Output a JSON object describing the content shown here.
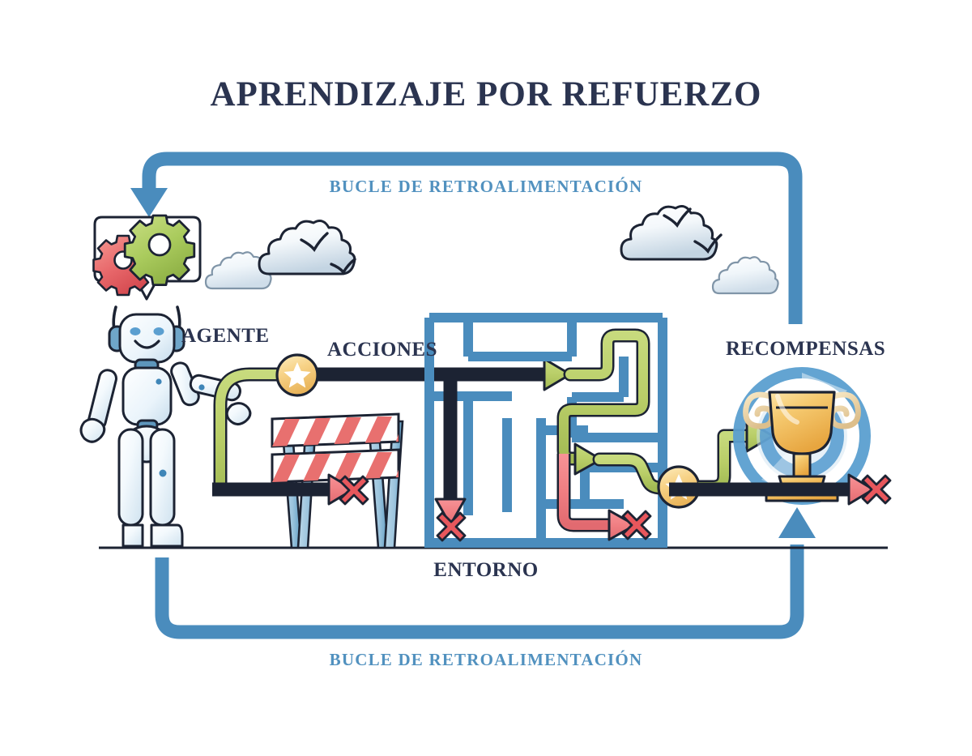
{
  "diagram": {
    "title": "APRENDIZAJE POR REFUERZO",
    "labels": {
      "loop_top": "BUCLE DE RETROALIMENTACIÓN",
      "loop_bottom": "BUCLE DE RETROALIMENTACIÓN",
      "agent": "AGENTE",
      "actions": "ACCIONES",
      "rewards": "RECOMPENSAS",
      "environment": "ENTORNO"
    },
    "icons": {
      "agent": "robot-icon",
      "thought": "thought-bubble-icon",
      "gear_red": "gear-icon",
      "gear_green": "gear-icon",
      "barrier": "road-barrier-icon",
      "maze": "maze-icon",
      "trophy": "trophy-icon",
      "target": "target-icon",
      "coin_action": "star-coin-icon",
      "coin_reward": "star-coin-icon",
      "fail_left": "cross-mark-icon",
      "fail_maze_left": "cross-mark-icon",
      "fail_maze_right": "cross-mark-icon",
      "fail_right": "cross-mark-icon",
      "cloud_small_left": "cloud-icon",
      "cloud_big_left": "cloud-icon",
      "cloud_big_right": "cloud-icon",
      "cloud_small_right": "cloud-icon",
      "bird_left": "bird-icon",
      "bird_right_upper": "bird-icon",
      "bird_right_lower": "bird-icon",
      "loop_arrow_top": "feedback-loop-arrow-icon",
      "loop_arrow_bottom": "feedback-loop-arrow-icon",
      "ground": "ground-line"
    },
    "colors": {
      "title_navy": "#2b3450",
      "loop_blue": "#4a8cbd",
      "label_blue": "#5191bf",
      "path_success_green": "#b9ce68",
      "path_fail_red": "#f07f83",
      "maze_blue": "#4a8cbd",
      "coin_gold": "#f6d180",
      "trophy_gold": "#f2b84a",
      "gear_red": "#e8686b",
      "gear_green": "#a8c85c",
      "barrier_red": "#e8706f",
      "robot_body": "#eef6fb",
      "outline_dark": "#1c2333"
    }
  }
}
